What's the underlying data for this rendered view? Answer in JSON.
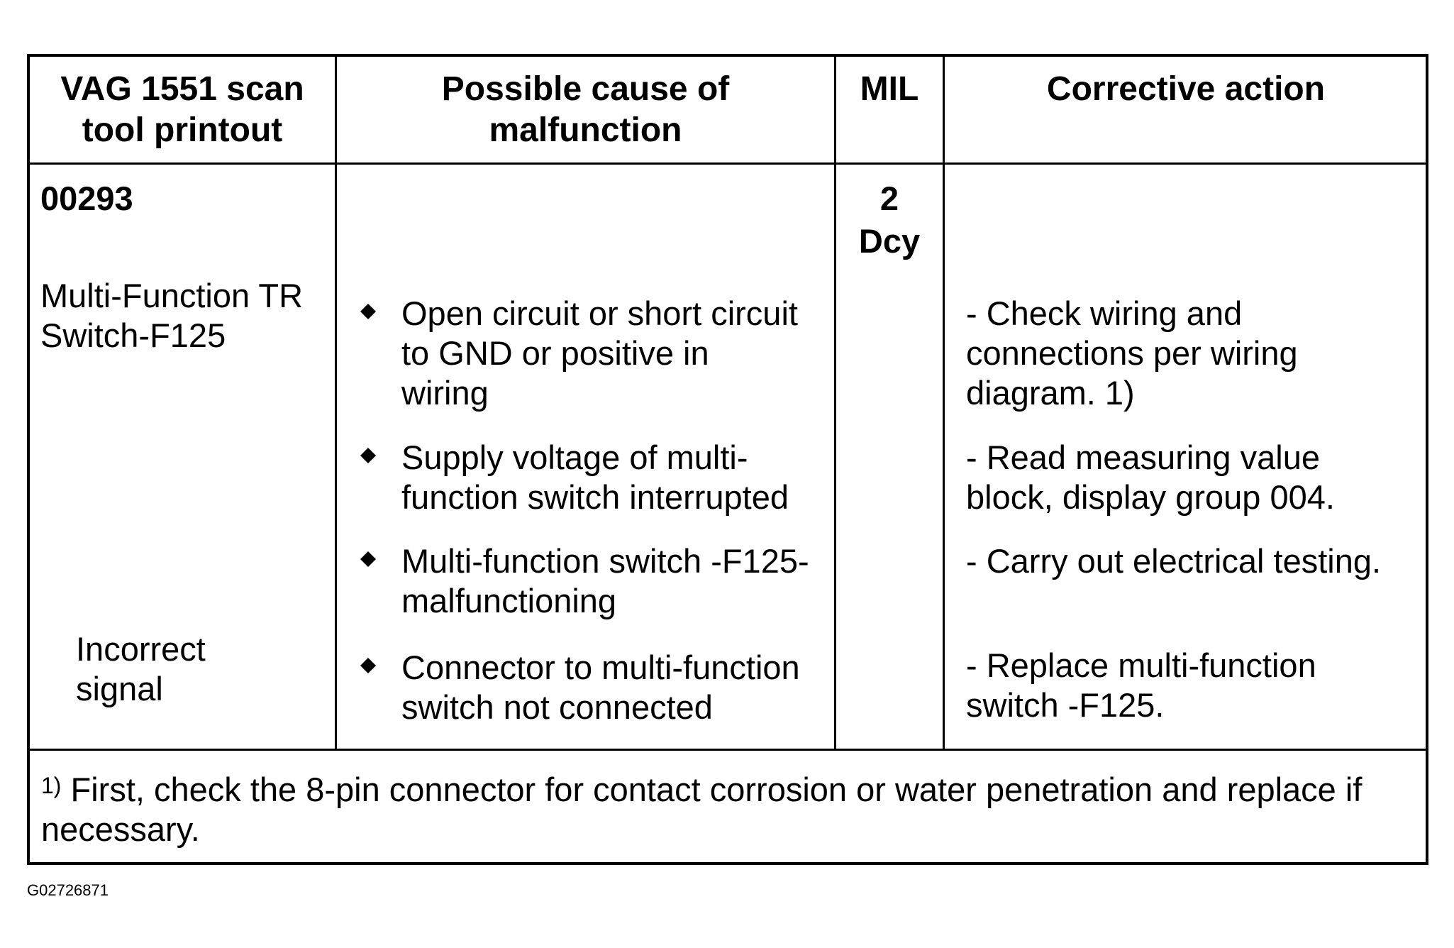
{
  "headers": {
    "col1_line1": "VAG 1551 scan",
    "col1_line2": "tool printout",
    "col2_line1": "Possible cause of",
    "col2_line2": "malfunction",
    "col3": "MIL",
    "col4": "Corrective action"
  },
  "printout": {
    "code": "00293",
    "component_line1": "Multi-Function TR",
    "component_line2": "Switch-F125",
    "symptom_line1": "Incorrect",
    "symptom_line2": "signal"
  },
  "mil": {
    "line1": "2",
    "line2": "Dcy"
  },
  "causes": [
    {
      "lines": [
        "Open circuit or short circuit",
        "to GND or positive in",
        "wiring"
      ]
    },
    {
      "lines": [
        "Supply voltage of multi-",
        "function switch interrupted"
      ]
    },
    {
      "lines": [
        "Multi-function switch -F125-",
        "malfunctioning"
      ]
    },
    {
      "lines": [
        "Connector to multi-function",
        "switch not connected"
      ]
    }
  ],
  "actions": [
    {
      "lines": [
        "- Check wiring and",
        "connections per wiring",
        "diagram. 1)"
      ]
    },
    {
      "lines": [
        "- Read measuring value",
        "block, display group 004."
      ]
    },
    {
      "lines": [
        "- Carry out electrical testing."
      ]
    },
    {
      "lines": [
        "- Replace multi-function",
        "switch -F125."
      ]
    }
  ],
  "footnote": {
    "marker": "1)",
    "line1": " First, check the 8-pin connector for contact corrosion or water penetration and replace if",
    "line2": "necessary."
  },
  "figure_id": "G02726871"
}
